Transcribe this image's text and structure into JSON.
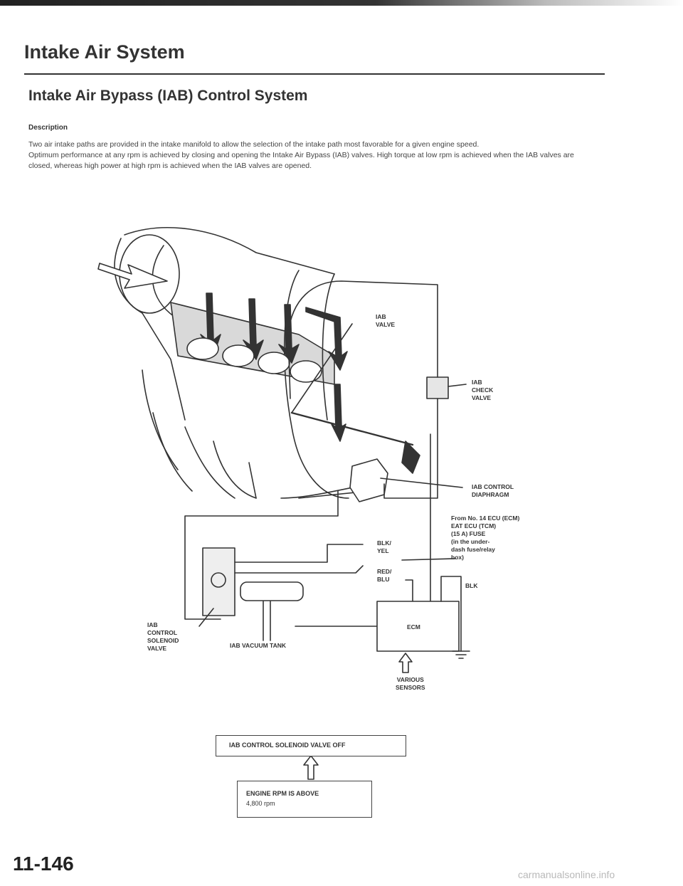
{
  "page": {
    "title": "Intake Air System",
    "section_title": "Intake Air Bypass (IAB) Control System",
    "description_heading": "Description",
    "description_paragraphs": [
      "Two air intake paths are provided in the intake manifold to allow the selection of the intake path most favorable for a given engine speed.",
      "Optimum performance at any rpm is achieved by closing and opening the Intake Air Bypass (IAB) valves. High torque at low rpm is achieved when the IAB valves are closed, whereas high power at high rpm is achieved when the IAB valves are opened."
    ],
    "page_number": "11-146",
    "watermark": "carmanualsonline.info"
  },
  "diagram": {
    "labels": {
      "iab_valve": "IAB\nVALVE",
      "iab_check_valve": "IAB\nCHECK\nVALVE",
      "iab_control_diaphragm": "IAB CONTROL\nDIAPHRAGM",
      "from_fuse": "From No. 14 ECU (ECM)\nEAT ECU (TCM)\n(15 A) FUSE\n(in the under-\ndash fuse/relay\nbox)",
      "blk_yel": "BLK/\nYEL",
      "red_blu": "RED/\nBLU",
      "blk": "BLK",
      "ecm": "ECM",
      "various_sensors": "VARIOUS\nSENSORS",
      "iab_solenoid": "IAB\nCONTROL\nSOLENOID\nVALVE",
      "iab_vacuum_tank": "IAB VACUUM TANK"
    }
  },
  "flowchart": {
    "state": "IAB CONTROL SOLENOID VALVE OFF",
    "condition_line1": "ENGINE RPM IS ABOVE",
    "condition_line2": "4,800 rpm"
  }
}
